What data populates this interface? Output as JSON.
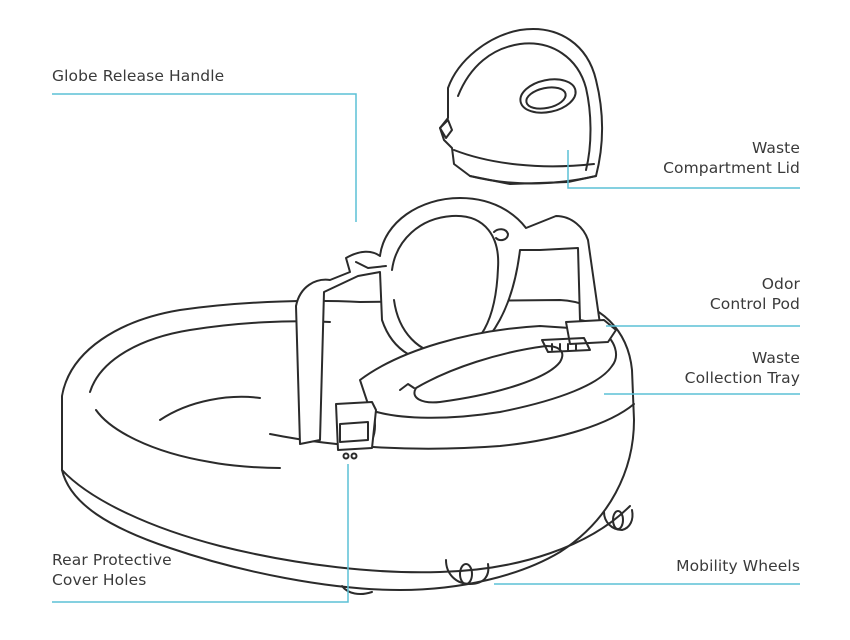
{
  "colors": {
    "leader": "#5bc0d6",
    "outline": "#2b2b2b",
    "text": "#3a3a3a"
  },
  "callouts": [
    {
      "id": "globe-release-handle",
      "lines": [
        "Globe Release Handle"
      ]
    },
    {
      "id": "waste-compartment-lid",
      "lines": [
        "Waste",
        "Compartment Lid"
      ]
    },
    {
      "id": "odor-control-pod",
      "lines": [
        "Odor",
        "Control Pod"
      ]
    },
    {
      "id": "waste-collection-tray",
      "lines": [
        "Waste",
        "Collection Tray"
      ]
    },
    {
      "id": "rear-protective-cover-holes",
      "lines": [
        "Rear Protective",
        "Cover Holes"
      ]
    },
    {
      "id": "mobility-wheels",
      "lines": [
        "Mobility Wheels"
      ]
    }
  ]
}
